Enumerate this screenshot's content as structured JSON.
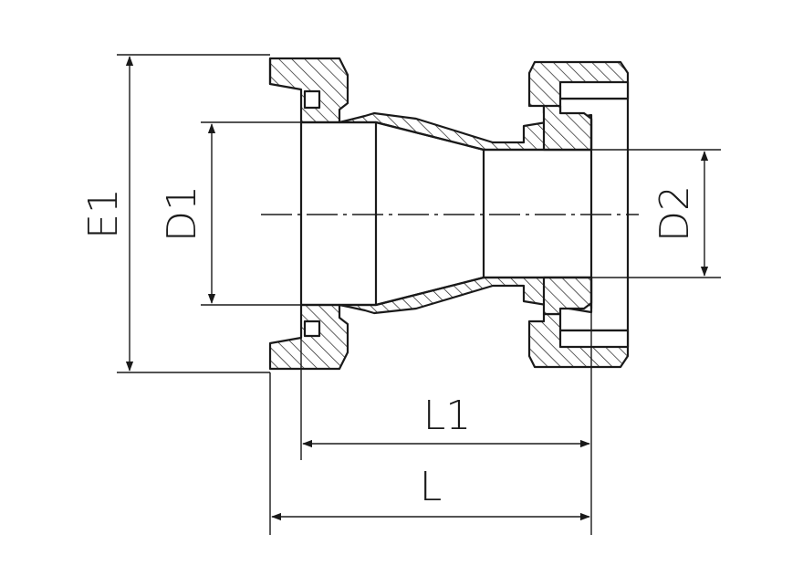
{
  "labels": {
    "e1": "E1",
    "d1": "D1",
    "d2": "D2",
    "l1": "L1",
    "l": "L"
  }
}
